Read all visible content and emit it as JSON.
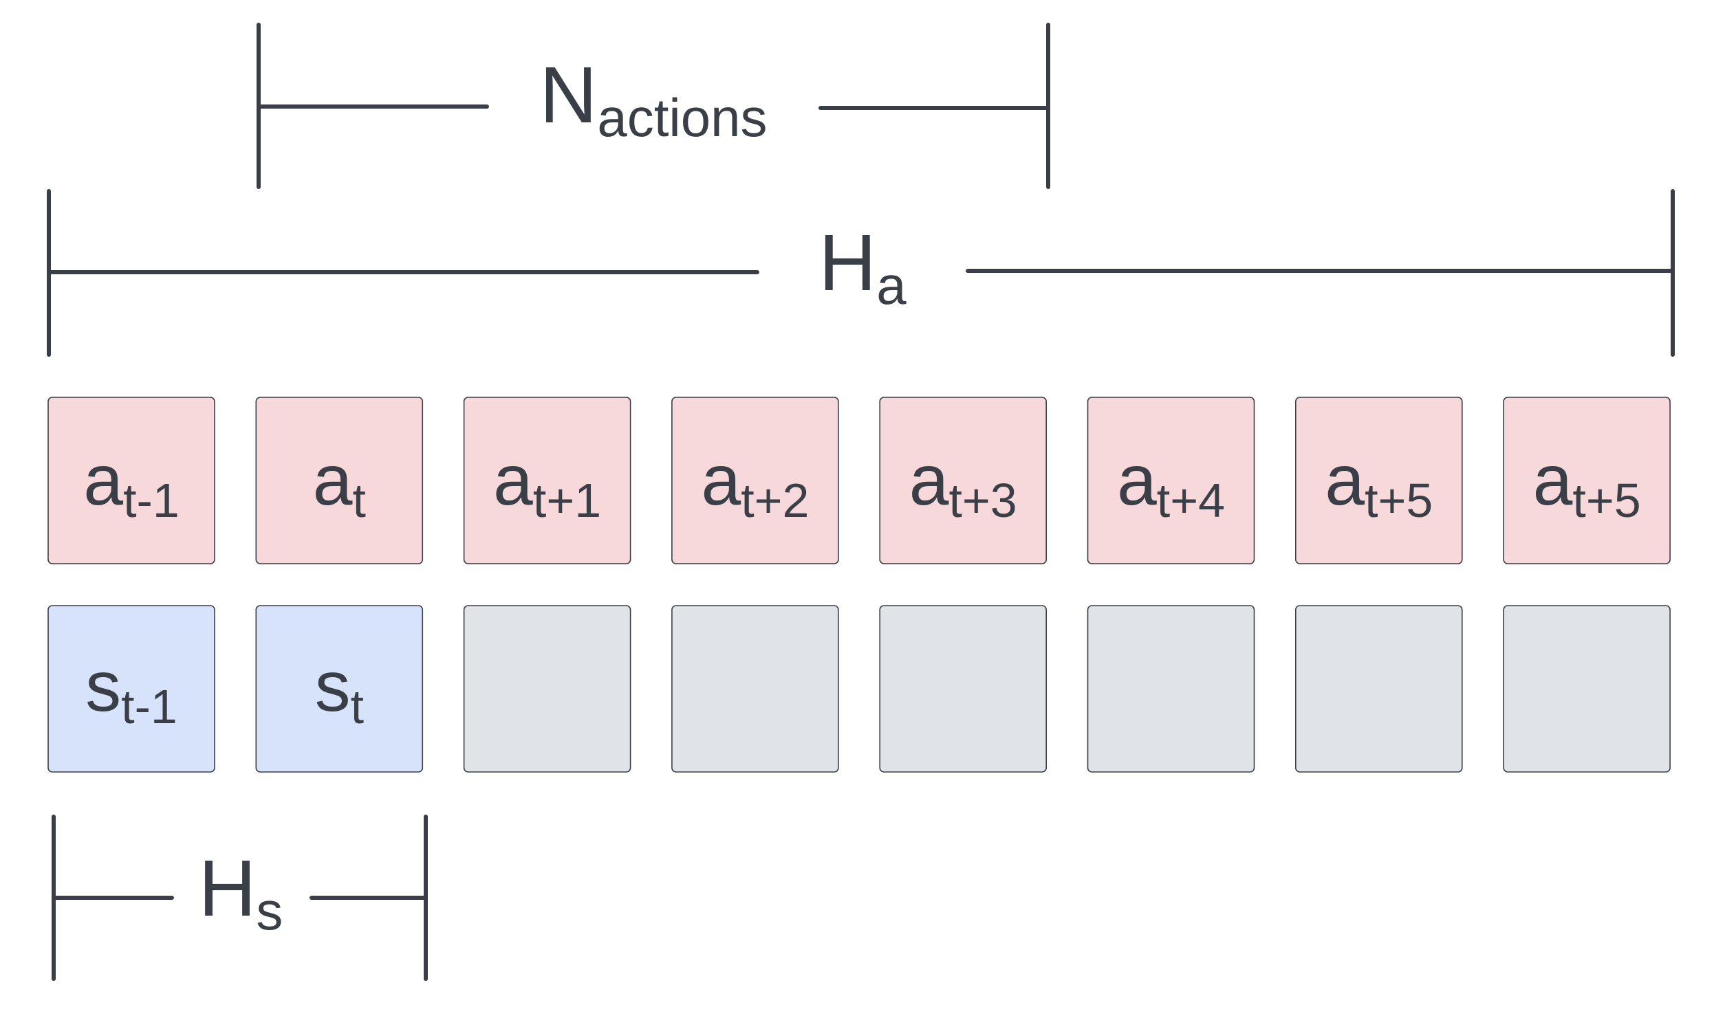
{
  "palette": {
    "line": "#3a3f47",
    "action_fill": "#f7d9db",
    "state_fill": "#d6e3fa",
    "empty_fill": "#e0e3e8"
  },
  "brackets": {
    "n_actions": {
      "main": "N",
      "sub": "actions"
    },
    "h_a": {
      "main": "H",
      "sub": "a"
    },
    "h_s": {
      "main": "H",
      "sub": "s"
    }
  },
  "action_row": [
    {
      "main": "a",
      "sub": "t-1"
    },
    {
      "main": "a",
      "sub": "t"
    },
    {
      "main": "a",
      "sub": "t+1"
    },
    {
      "main": "a",
      "sub": "t+2"
    },
    {
      "main": "a",
      "sub": "t+3"
    },
    {
      "main": "a",
      "sub": "t+4"
    },
    {
      "main": "a",
      "sub": "t+5"
    },
    {
      "main": "a",
      "sub": "t+5"
    }
  ],
  "state_row": [
    {
      "main": "s",
      "sub": "t-1"
    },
    {
      "main": "s",
      "sub": "t"
    },
    null,
    null,
    null,
    null,
    null,
    null
  ]
}
